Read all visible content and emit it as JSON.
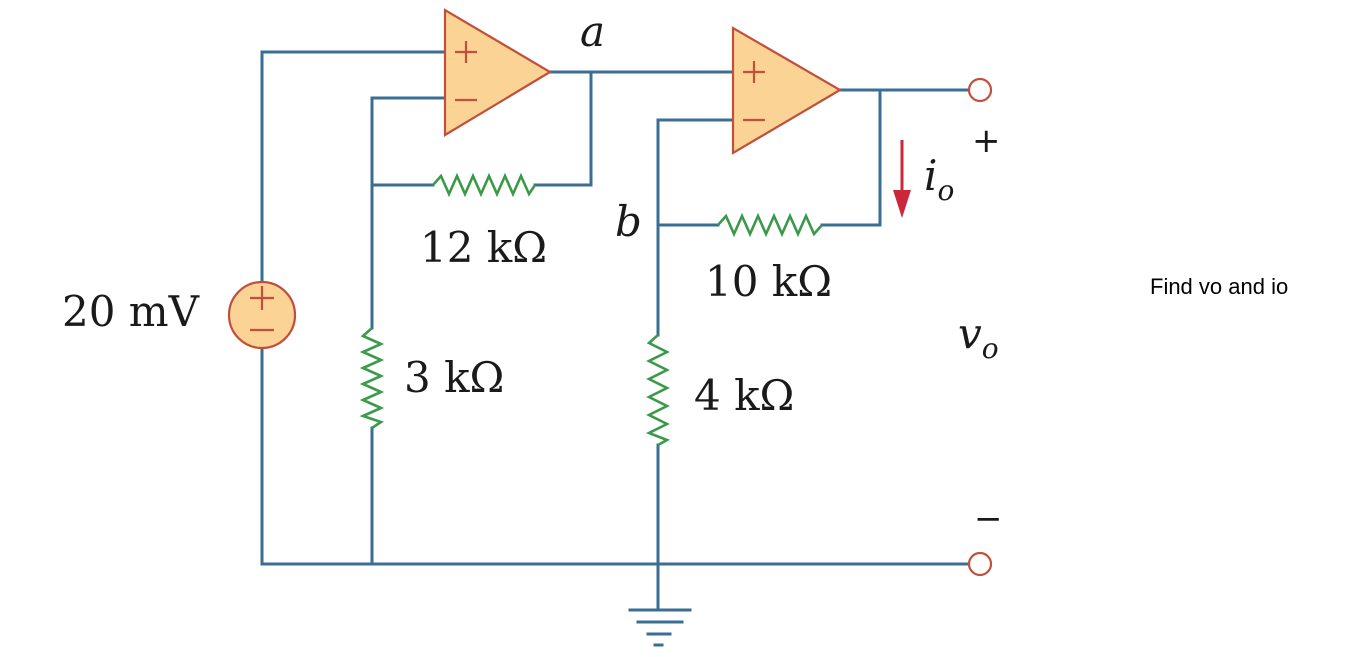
{
  "circuit": {
    "source_label": "20 mV",
    "resistors": {
      "r_feedback_a": "12 kΩ",
      "r_ground_a": "3 kΩ",
      "r_feedback_b": "10 kΩ",
      "r_ground_b": "4 kΩ"
    },
    "nodes": {
      "a": "a",
      "b": "b"
    },
    "current_label": {
      "symbol": "i",
      "subscript": "o"
    },
    "output_label": {
      "symbol": "v",
      "subscript": "o"
    },
    "output_plus": "+",
    "output_minus": "−",
    "colors": {
      "wire": "#3a6f93",
      "resistor": "#3a9a4a",
      "opamp_fill": "#fbd394",
      "opamp_outline": "#c0503c",
      "current_arrow": "#c8283a"
    }
  },
  "question": "Find vo and io"
}
